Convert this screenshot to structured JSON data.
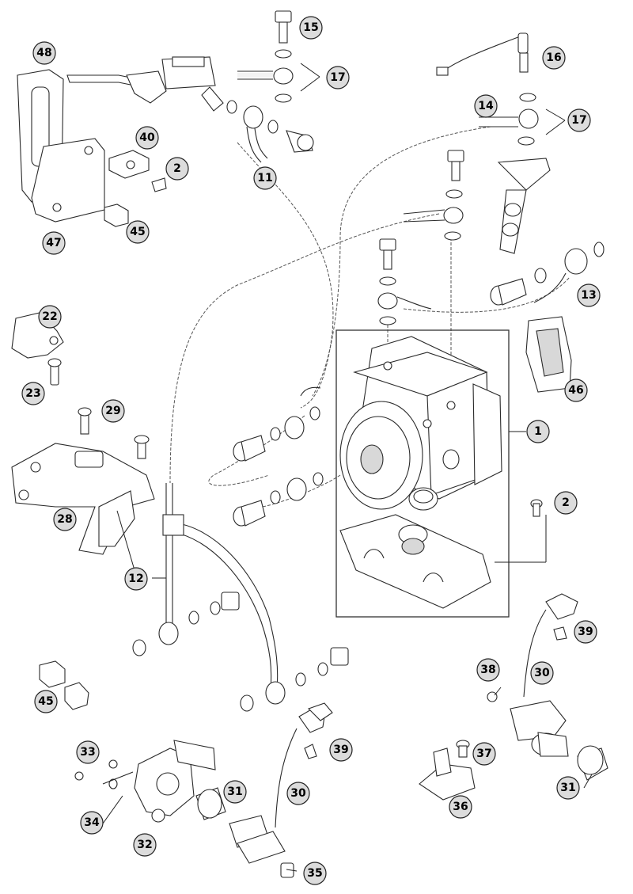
{
  "diagram": {
    "title": "",
    "callouts": [
      "1",
      "2",
      "2",
      "11",
      "12",
      "12",
      "13",
      "14",
      "15",
      "16",
      "17",
      "17",
      "22",
      "23",
      "28",
      "29",
      "30",
      "30",
      "31",
      "31",
      "32",
      "33",
      "34",
      "35",
      "36",
      "37",
      "38",
      "39",
      "39",
      "40",
      "45",
      "45",
      "46",
      "47",
      "48"
    ]
  },
  "colors": {
    "line": "#2a2a2a",
    "callout_fill": "#dcdcdc",
    "background": "#ffffff"
  }
}
